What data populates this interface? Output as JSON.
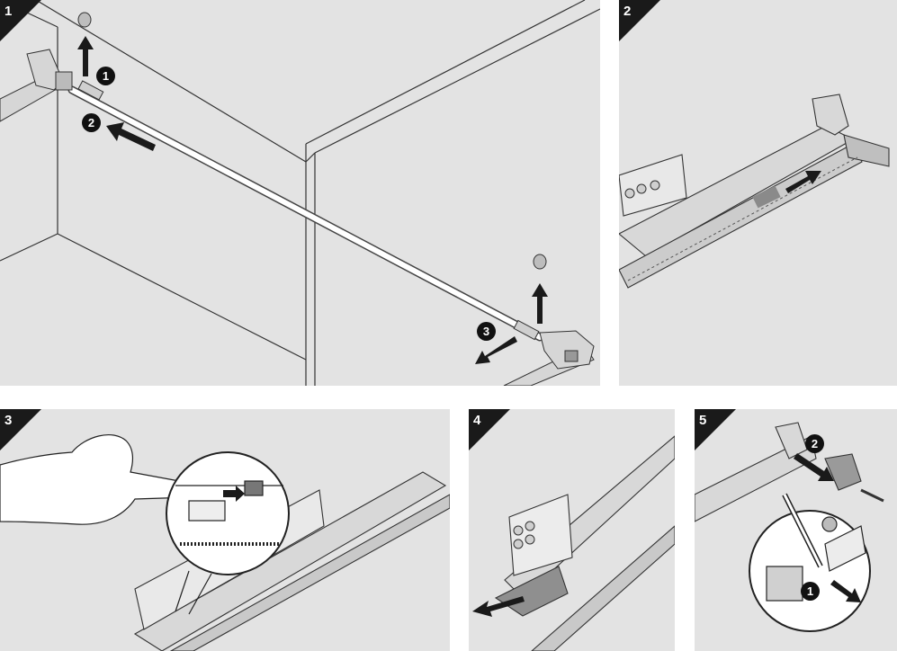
{
  "panels": [
    {
      "number": "1",
      "callouts": [
        "1",
        "2",
        "3"
      ]
    },
    {
      "number": "2",
      "callouts": []
    },
    {
      "number": "3",
      "callouts": []
    },
    {
      "number": "4",
      "callouts": []
    },
    {
      "number": "5",
      "callouts": [
        "2",
        "1"
      ]
    }
  ],
  "colors": {
    "panel_bg": "#e3e3e3",
    "line": "#2a2a2a",
    "badge": "#1a1a1a",
    "arrow": "#1a1a1a",
    "highlight": "#ffffff"
  }
}
